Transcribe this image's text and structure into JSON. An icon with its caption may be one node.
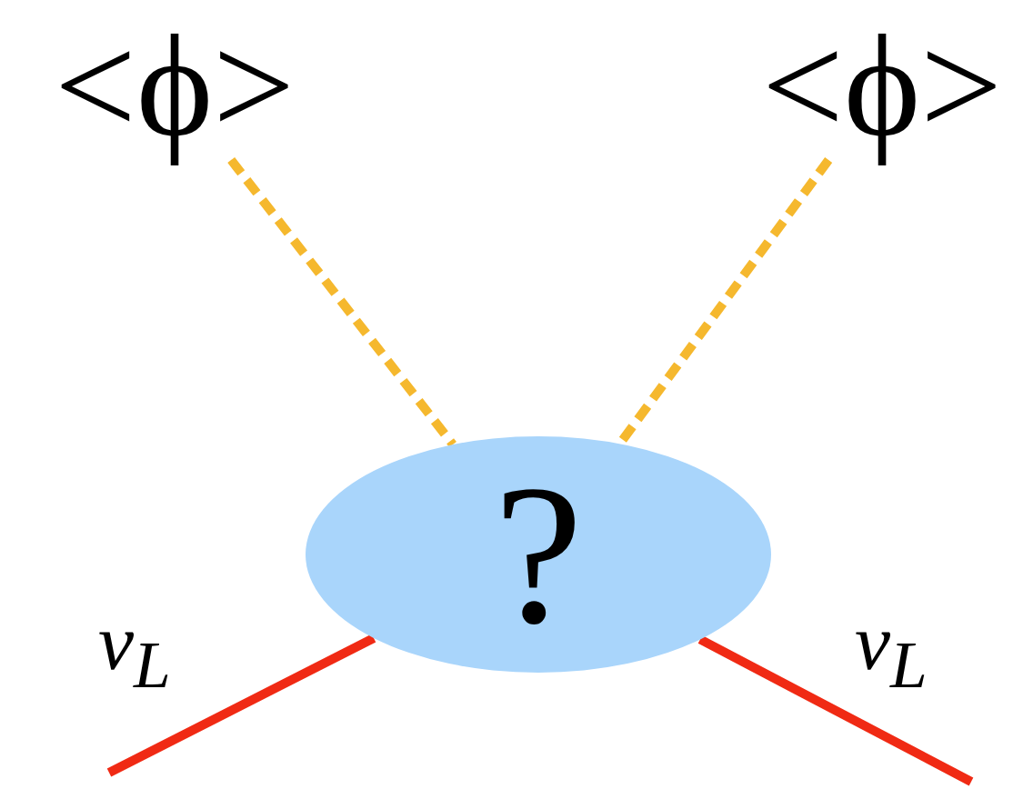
{
  "diagram": {
    "nodes": [
      {
        "text": [
          "<ϕ>"
        ]
      },
      {
        "text": [
          "<ϕ>"
        ]
      },
      {
        "text": [
          "?"
        ]
      }
    ],
    "edges": [
      {
        "from": 0,
        "to": 2,
        "arrow": "none",
        "style": "dashed",
        "color": "#f5b82e"
      },
      {
        "from": 1,
        "to": 2,
        "arrow": "none",
        "style": "dashed",
        "color": "#f5b82e"
      },
      {
        "from": null,
        "to": 2,
        "arrow": "none",
        "label": "ν$_{L}$",
        "color": "#f02a14"
      },
      {
        "from": 2,
        "to": null,
        "arrow": "none",
        "label": "ν$_{L}$",
        "color": "#f02a14"
      }
    ]
  }
}
